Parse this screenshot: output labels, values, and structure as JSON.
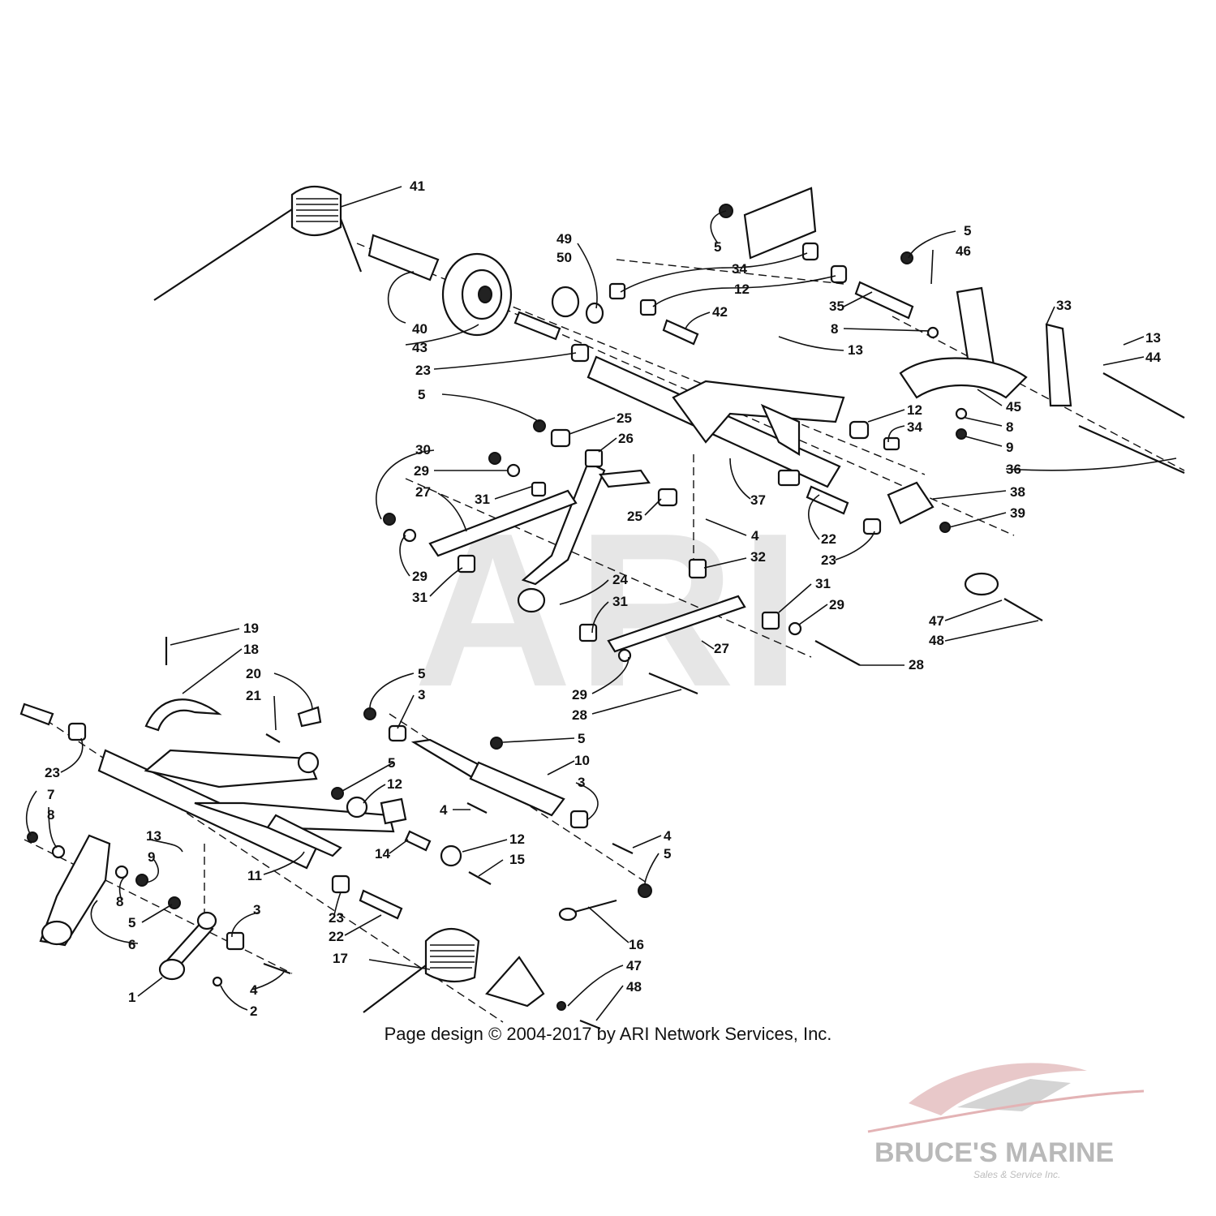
{
  "watermark": {
    "text": "ARI"
  },
  "credit": "Page design © 2004-2017 by ARI Network Services, Inc.",
  "dealer": {
    "name": "BRUCE'S MARINE",
    "tagline": "Sales & Service Inc.",
    "accent": "#c9252b"
  },
  "diagram": {
    "callouts": [
      {
        "id": "c41",
        "label": "41"
      },
      {
        "id": "c40",
        "label": "40"
      },
      {
        "id": "c43",
        "label": "43"
      },
      {
        "id": "c49",
        "label": "49"
      },
      {
        "id": "c50",
        "label": "50"
      },
      {
        "id": "c5a",
        "label": "5"
      },
      {
        "id": "c34a",
        "label": "34"
      },
      {
        "id": "c12a",
        "label": "12"
      },
      {
        "id": "c42",
        "label": "42"
      },
      {
        "id": "c23a",
        "label": "23"
      },
      {
        "id": "c35",
        "label": "35"
      },
      {
        "id": "c5b",
        "label": "5"
      },
      {
        "id": "c46",
        "label": "46"
      },
      {
        "id": "c8a",
        "label": "8"
      },
      {
        "id": "c13a",
        "label": "13"
      },
      {
        "id": "c33",
        "label": "33"
      },
      {
        "id": "c13b",
        "label": "13"
      },
      {
        "id": "c44",
        "label": "44"
      },
      {
        "id": "c5c",
        "label": "5"
      },
      {
        "id": "c25a",
        "label": "25"
      },
      {
        "id": "c26",
        "label": "26"
      },
      {
        "id": "c12b",
        "label": "12"
      },
      {
        "id": "c34b",
        "label": "34"
      },
      {
        "id": "c45",
        "label": "45"
      },
      {
        "id": "c8b",
        "label": "8"
      },
      {
        "id": "c9a",
        "label": "9"
      },
      {
        "id": "c36",
        "label": "36"
      },
      {
        "id": "c30",
        "label": "30"
      },
      {
        "id": "c29a",
        "label": "29"
      },
      {
        "id": "c27a",
        "label": "27"
      },
      {
        "id": "c31a",
        "label": "31"
      },
      {
        "id": "c25b",
        "label": "25"
      },
      {
        "id": "c37",
        "label": "37"
      },
      {
        "id": "c38",
        "label": "38"
      },
      {
        "id": "c39",
        "label": "39"
      },
      {
        "id": "c4a",
        "label": "4"
      },
      {
        "id": "c22a",
        "label": "22"
      },
      {
        "id": "c23b",
        "label": "23"
      },
      {
        "id": "c32",
        "label": "32"
      },
      {
        "id": "c29b",
        "label": "29"
      },
      {
        "id": "c31b",
        "label": "31"
      },
      {
        "id": "c24",
        "label": "24"
      },
      {
        "id": "c31c",
        "label": "31"
      },
      {
        "id": "c31d",
        "label": "31"
      },
      {
        "id": "c29c",
        "label": "29"
      },
      {
        "id": "c47a",
        "label": "47"
      },
      {
        "id": "c48a",
        "label": "48"
      },
      {
        "id": "c27b",
        "label": "27"
      },
      {
        "id": "c28a",
        "label": "28"
      },
      {
        "id": "c29d",
        "label": "29"
      },
      {
        "id": "c28b",
        "label": "28"
      },
      {
        "id": "c19",
        "label": "19"
      },
      {
        "id": "c18",
        "label": "18"
      },
      {
        "id": "c20",
        "label": "20"
      },
      {
        "id": "c21",
        "label": "21"
      },
      {
        "id": "c5d",
        "label": "5"
      },
      {
        "id": "c3a",
        "label": "3"
      },
      {
        "id": "c5e",
        "label": "5"
      },
      {
        "id": "c10",
        "label": "10"
      },
      {
        "id": "c23c",
        "label": "23"
      },
      {
        "id": "c5f",
        "label": "5"
      },
      {
        "id": "c12c",
        "label": "12"
      },
      {
        "id": "c3b",
        "label": "3"
      },
      {
        "id": "c7",
        "label": "7"
      },
      {
        "id": "c8c",
        "label": "8"
      },
      {
        "id": "c4b",
        "label": "4"
      },
      {
        "id": "c13c",
        "label": "13"
      },
      {
        "id": "c9b",
        "label": "9"
      },
      {
        "id": "c14",
        "label": "14"
      },
      {
        "id": "c12d",
        "label": "12"
      },
      {
        "id": "c15",
        "label": "15"
      },
      {
        "id": "c4c",
        "label": "4"
      },
      {
        "id": "c5g",
        "label": "5"
      },
      {
        "id": "c11",
        "label": "11"
      },
      {
        "id": "c8d",
        "label": "8"
      },
      {
        "id": "c5h",
        "label": "5"
      },
      {
        "id": "c6",
        "label": "6"
      },
      {
        "id": "c3c",
        "label": "3"
      },
      {
        "id": "c23d",
        "label": "23"
      },
      {
        "id": "c22b",
        "label": "22"
      },
      {
        "id": "c17",
        "label": "17"
      },
      {
        "id": "c16",
        "label": "16"
      },
      {
        "id": "c47b",
        "label": "47"
      },
      {
        "id": "c48b",
        "label": "48"
      },
      {
        "id": "c1",
        "label": "1"
      },
      {
        "id": "c4d",
        "label": "4"
      },
      {
        "id": "c2",
        "label": "2"
      }
    ]
  }
}
